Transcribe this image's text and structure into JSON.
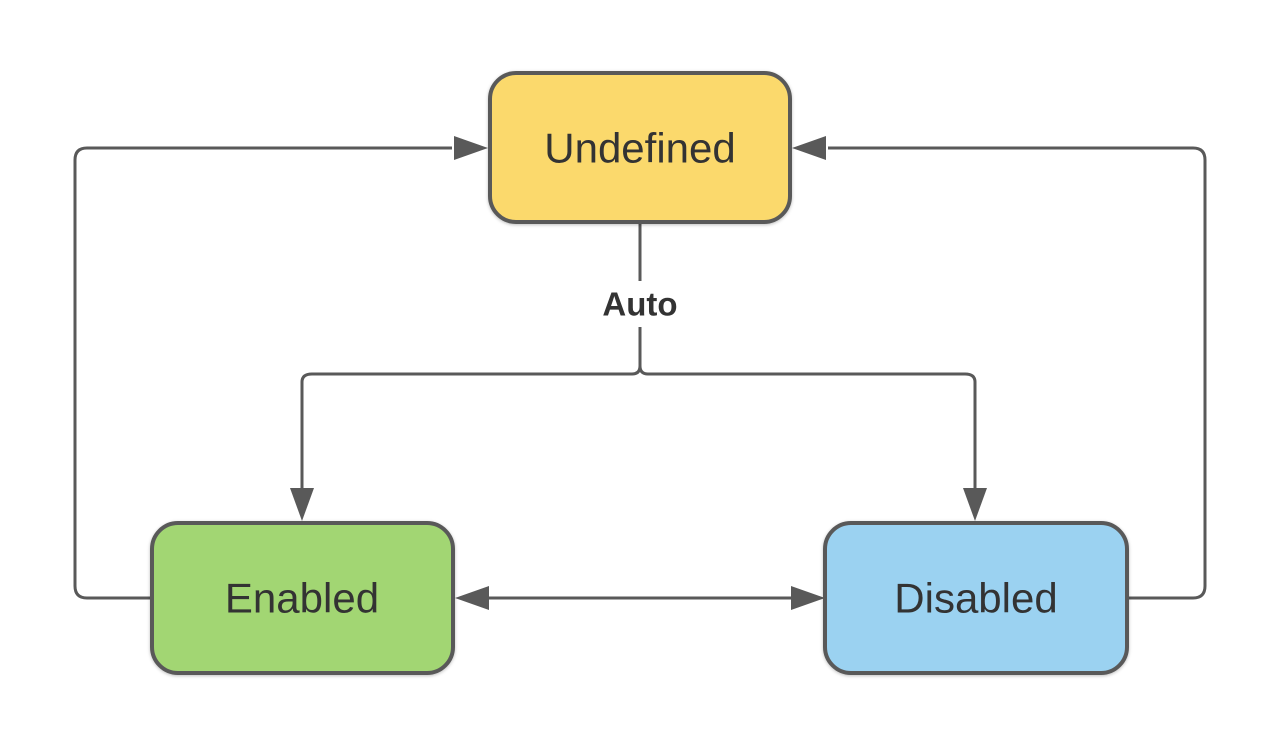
{
  "diagram": {
    "background": "#ffffff",
    "connector_color": "#595959",
    "text_color": "#333333",
    "nodes": {
      "undefined": {
        "label": "Undefined",
        "fill": "#FBD96C",
        "stroke": "#595959"
      },
      "enabled": {
        "label": "Enabled",
        "fill": "#A2D673",
        "stroke": "#595959"
      },
      "disabled": {
        "label": "Disabled",
        "fill": "#9BD2F1",
        "stroke": "#595959"
      }
    },
    "edges": [
      {
        "from": "Undefined",
        "to": "Enabled",
        "label": "Auto",
        "style": "branch-down"
      },
      {
        "from": "Undefined",
        "to": "Disabled",
        "label": "Auto",
        "style": "branch-down"
      },
      {
        "from": "Enabled",
        "to": "Undefined",
        "label": "",
        "style": "left-return-loop"
      },
      {
        "from": "Disabled",
        "to": "Undefined",
        "label": "",
        "style": "right-return-loop"
      },
      {
        "from": "Enabled",
        "to": "Disabled",
        "label": "",
        "style": "bidirectional"
      }
    ],
    "label_background": "#ffffff"
  }
}
